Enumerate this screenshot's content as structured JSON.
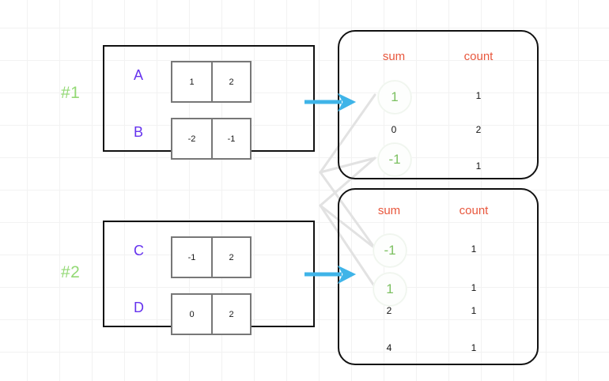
{
  "diagram": {
    "title": "partial aggregate combine",
    "colors": {
      "label_purple": "#6633ee",
      "tag_green": "#93d975",
      "header_orange": "#e8573d",
      "circle_green": "#7cc061",
      "arrow_blue": "#3fb4e8",
      "link_gray": "#e2e2e2",
      "grid": "#f2f2f2"
    }
  },
  "groups": [
    {
      "tag": "#1",
      "rows": [
        {
          "label": "A",
          "cells": [
            "1",
            "2"
          ]
        },
        {
          "label": "B",
          "cells": [
            "-2",
            "-1"
          ]
        }
      ]
    },
    {
      "tag": "#2",
      "rows": [
        {
          "label": "C",
          "cells": [
            "-1",
            "2"
          ]
        },
        {
          "label": "D",
          "cells": [
            "0",
            "2"
          ]
        }
      ]
    }
  ],
  "tables": [
    {
      "headers": {
        "sum": "sum",
        "count": "count"
      },
      "rows": [
        {
          "sum": "1",
          "count": "1",
          "circled": true
        },
        {
          "sum": "0",
          "count": "2",
          "circled": false
        },
        {
          "sum": "-1",
          "count": "1",
          "circled": true
        }
      ]
    },
    {
      "headers": {
        "sum": "sum",
        "count": "count"
      },
      "rows": [
        {
          "sum": "-1",
          "count": "1",
          "circled": true
        },
        {
          "sum": "1",
          "count": "1",
          "circled": true
        },
        {
          "sum": "2",
          "count": "1",
          "circled": false
        },
        {
          "sum": "4",
          "count": "1",
          "circled": false
        }
      ]
    }
  ],
  "arrows": [
    {
      "name": "arrow-group1-to-table1"
    },
    {
      "name": "arrow-group2-to-table2"
    }
  ]
}
